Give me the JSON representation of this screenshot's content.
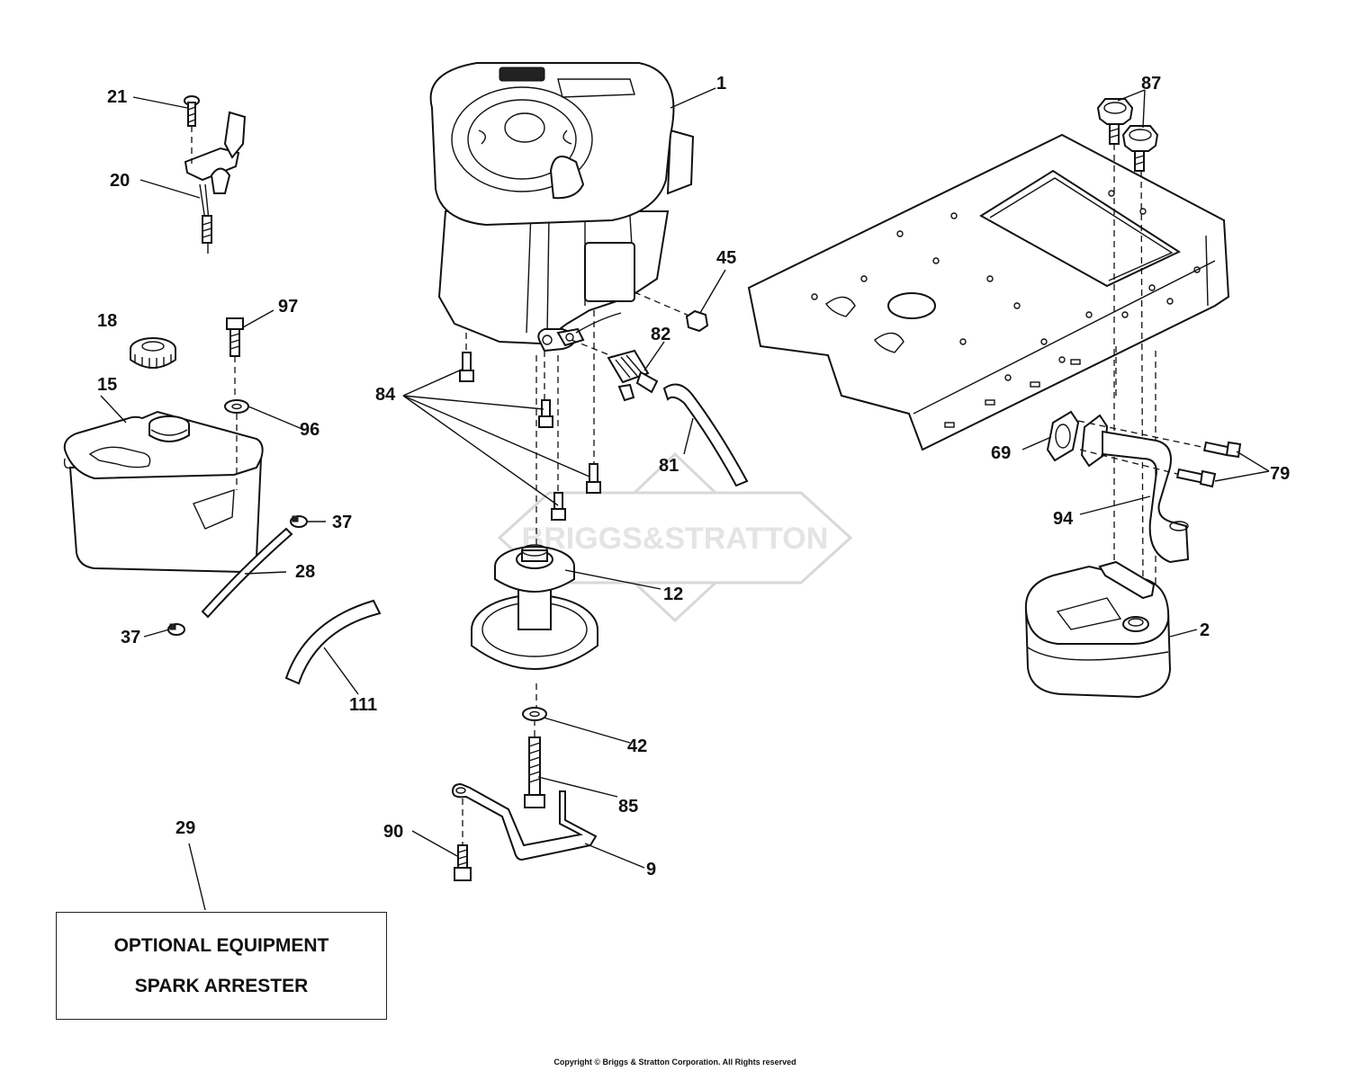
{
  "watermark": "BRIGGS&STRATTON",
  "note_box": {
    "line1": "OPTIONAL EQUIPMENT",
    "line2": "SPARK ARRESTER"
  },
  "copyright": "Copyright © Briggs & Stratton Corporation. All Rights reserved",
  "callouts": {
    "p1": "1",
    "p2": "2",
    "p9": "9",
    "p12": "12",
    "p15": "15",
    "p18": "18",
    "p20": "20",
    "p21": "21",
    "p28": "28",
    "p29": "29",
    "p37a": "37",
    "p37b": "37",
    "p42": "42",
    "p45": "45",
    "p69": "69",
    "p79": "79",
    "p81": "81",
    "p82": "82",
    "p84": "84",
    "p85": "85",
    "p87": "87",
    "p90": "90",
    "p94": "94",
    "p96": "96",
    "p97": "97",
    "p111": "111"
  }
}
